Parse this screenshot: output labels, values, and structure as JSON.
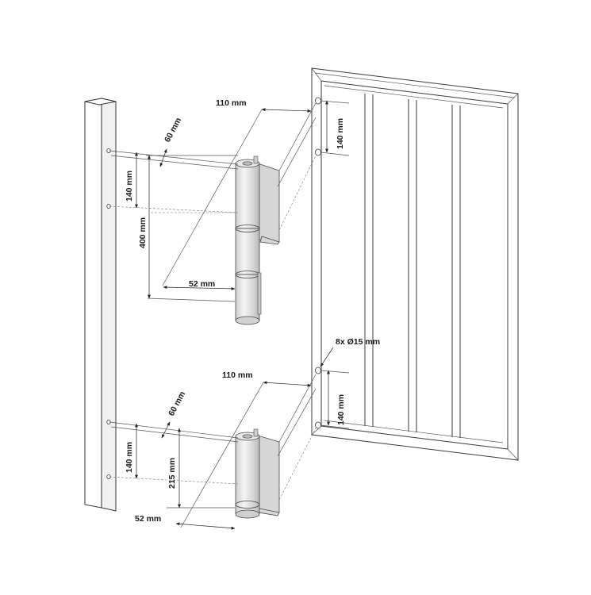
{
  "dimensions": {
    "top_offset": "110 mm",
    "top_depth": "60 mm",
    "top_post_hole_spacing": "140 mm",
    "top_height": "400 mm",
    "top_leaf": "52 mm",
    "top_gate_hole_spacing": "140 mm",
    "holes_note": "8x Ø15 mm",
    "bottom_offset": "110 mm",
    "bottom_depth": "60 mm",
    "bottom_post_hole_spacing": "140 mm",
    "bottom_height": "215 mm",
    "bottom_leaf": "52 mm",
    "bottom_gate_hole_spacing": "140 mm"
  }
}
